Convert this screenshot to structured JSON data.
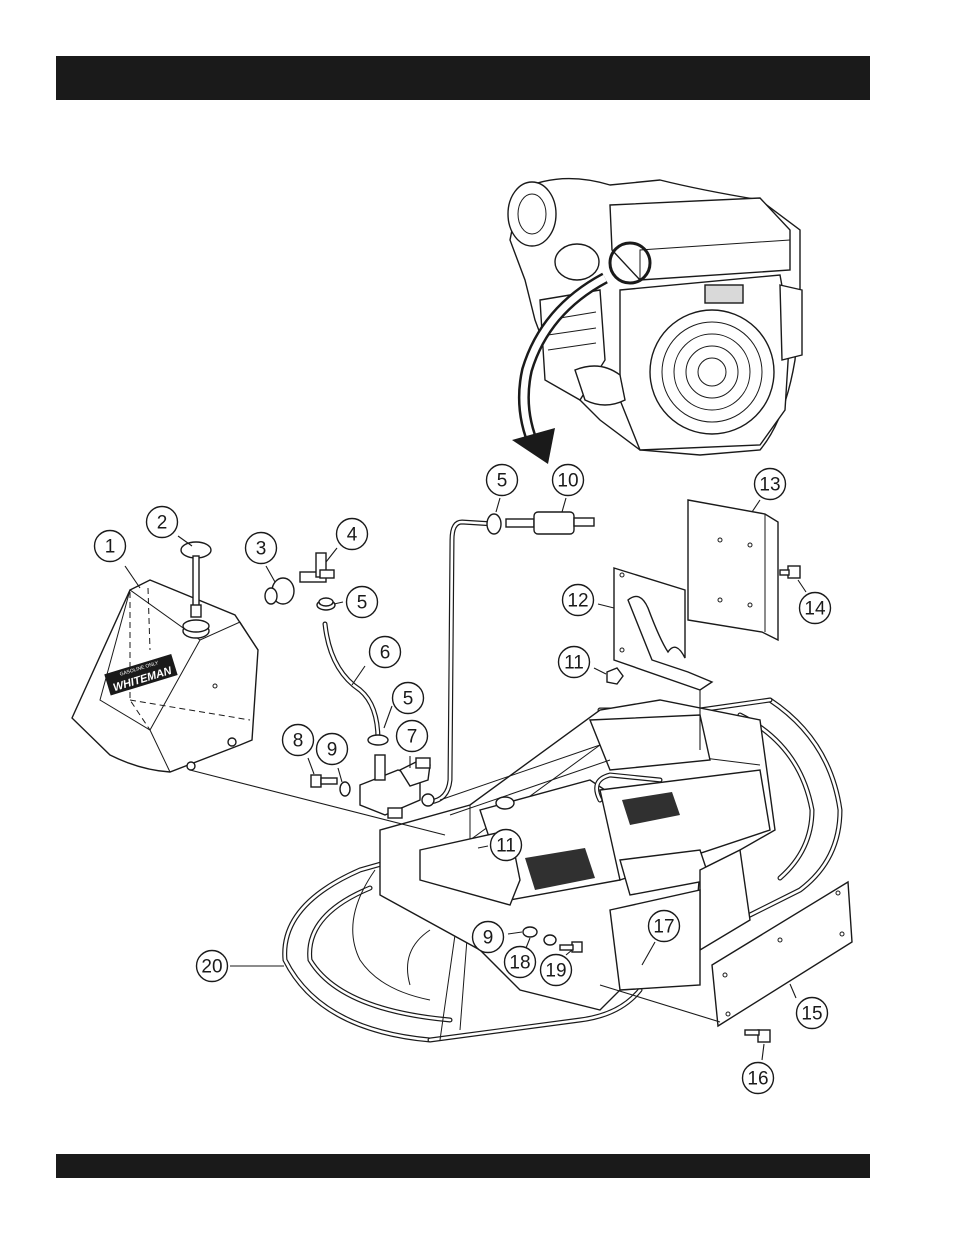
{
  "colors": {
    "bar": "#1a1a1a",
    "line": "#1a1a1a",
    "background": "#ffffff",
    "engine_fill": "#e6e6e6"
  },
  "tank_logo": {
    "small_text": "GASOLINE ONLY",
    "brand": "WHITEMAN"
  },
  "callouts": [
    {
      "label": "1"
    },
    {
      "label": "2"
    },
    {
      "label": "3"
    },
    {
      "label": "4"
    },
    {
      "label": "5"
    },
    {
      "label": "5"
    },
    {
      "label": "5"
    },
    {
      "label": "6"
    },
    {
      "label": "7"
    },
    {
      "label": "8"
    },
    {
      "label": "9"
    },
    {
      "label": "9"
    },
    {
      "label": "10"
    },
    {
      "label": "11"
    },
    {
      "label": "11"
    },
    {
      "label": "12"
    },
    {
      "label": "13"
    },
    {
      "label": "14"
    },
    {
      "label": "15"
    },
    {
      "label": "16"
    },
    {
      "label": "17"
    },
    {
      "label": "18"
    },
    {
      "label": "19"
    },
    {
      "label": "20"
    }
  ]
}
